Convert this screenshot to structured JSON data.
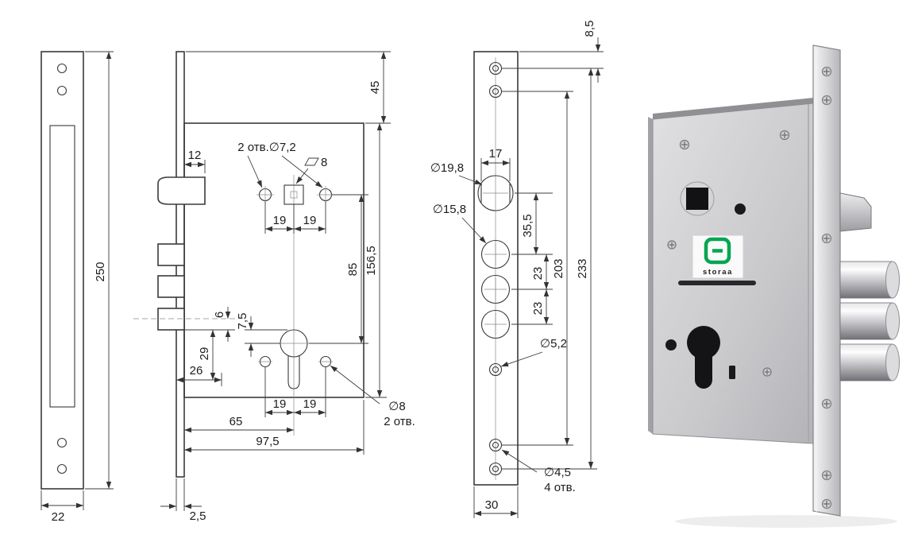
{
  "drawing": {
    "strike_side": {
      "height": "250",
      "width": "22"
    },
    "body": {
      "latch_depth": "12",
      "top_holes_note": "2 отв.∅7,2",
      "square_size": "8",
      "top_pitch_left": "19",
      "top_pitch_right": "19",
      "top_offset": "45",
      "spindle_to_cylinder": "85",
      "case_height": "156,5",
      "bolt_edge": "6",
      "cyl_offset": "7,5",
      "bolt_to_ref": "29",
      "throw_depth": "26",
      "bottom_pitch_left": "19",
      "bottom_pitch_right": "19",
      "fix_hole_dia": "∅8",
      "fix_hole_qty": "2 отв.",
      "backset": "65",
      "case_depth": "97,5",
      "plate_thickness": "2,5"
    },
    "faceplate": {
      "edge_offset": "8,5",
      "latch_hole_dia": "∅19,8",
      "latch_hole_width": "17",
      "bolt_hole_dia": "∅15,8",
      "latch_to_bolt": "35,5",
      "bolt_pitch_1": "23",
      "bolt_pitch_2": "23",
      "screw_pitch": "203",
      "hole_pitch": "233",
      "screw_hole_dia": "∅5,2",
      "small_hole_dia": "∅4,5",
      "small_hole_qty": "4 отв.",
      "width": "30"
    },
    "photo": {
      "brand": "storaa"
    }
  },
  "colors": {
    "line": "#3a3a3a",
    "brand_green": "#00a651"
  }
}
